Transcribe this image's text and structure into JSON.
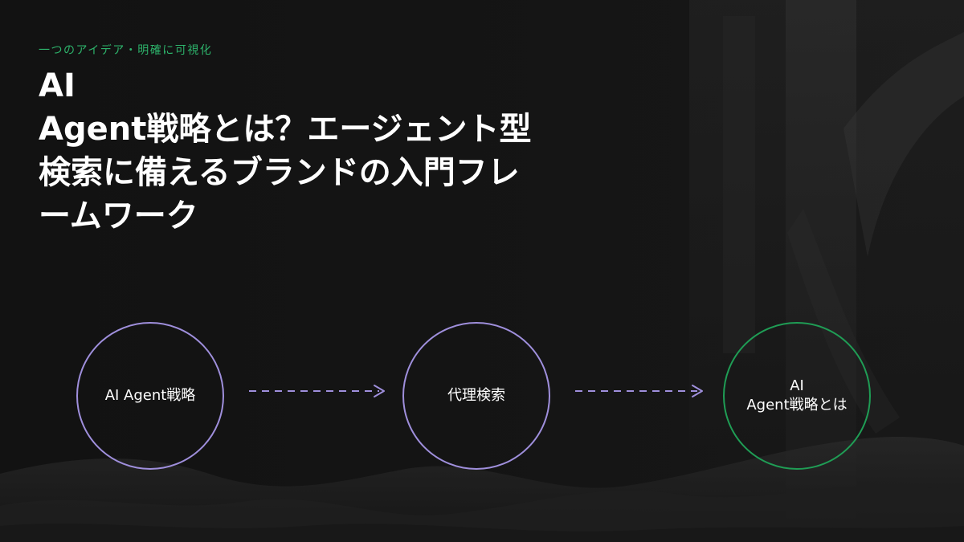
{
  "slide": {
    "eyebrow": "一つのアイデア・明確に可視化",
    "title_lines": [
      "AI",
      "Agent戦略とは？エージェント型",
      "検索に備えるブランドの入門フレ",
      "ームワーク"
    ]
  },
  "diagram": {
    "nodes": [
      {
        "label": "AI Agent戦略",
        "color": "#9f8fdc"
      },
      {
        "label": "代理検索",
        "color": "#9f8fdc"
      },
      {
        "label_lines": [
          "AI",
          "Agent戦略とは"
        ],
        "color": "#1f9d55"
      }
    ],
    "edges": [
      {
        "from": 0,
        "to": 1,
        "style": "dashed",
        "color": "#9f8fdc"
      },
      {
        "from": 1,
        "to": 2,
        "style": "dashed",
        "color": "#9f8fdc"
      }
    ]
  },
  "colors": {
    "background": "#131313",
    "accent_green": "#2db36b",
    "node_purple": "#9f8fdc",
    "node_green": "#1f9d55",
    "text": "#ffffff"
  }
}
